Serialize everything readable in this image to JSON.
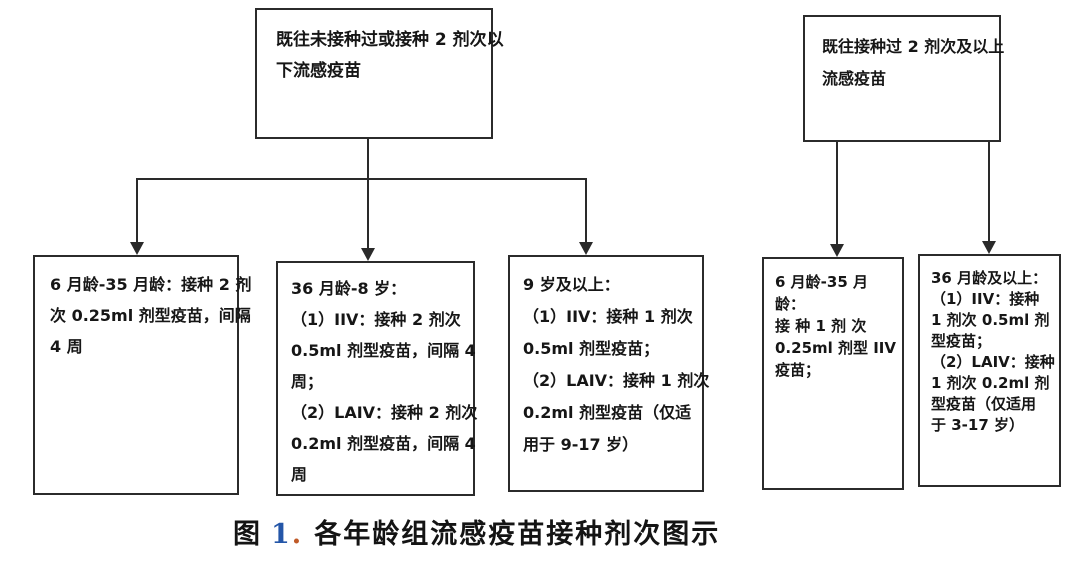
{
  "figure": {
    "caption": {
      "label": "图",
      "number": "1",
      "dot": ".",
      "title": "各年龄组流感疫苗接种剂次图示"
    },
    "colors": {
      "line_and_border": "#2a2a2a",
      "text": "#161616",
      "caption_number_blue": "#2456a8",
      "caption_dot_orange": "#c05a28",
      "background": "#ffffff"
    },
    "icons": {
      "arrowhead": "filled-down-triangle"
    },
    "boxes": {
      "top_left": {
        "lines": [
          "既往未接种过或接种 2 剂次以",
          "下流感疫苗"
        ]
      },
      "top_right": {
        "lines": [
          "既往接种过 2 剂次及以上",
          "流感疫苗"
        ]
      },
      "age_6_35m": {
        "lines": [
          "6 月龄-35 月龄：接种 2 剂",
          "次 0.25ml 剂型疫苗，间隔",
          "4 周"
        ]
      },
      "age_36m_8y": {
        "lines": [
          "36 月龄-8 岁：",
          "（1）IIV：接种 2 剂次",
          "0.5ml 剂型疫苗，间隔 4",
          "周；",
          "（2）LAIV：接种 2 剂次",
          "0.2ml 剂型疫苗，间隔 4",
          "周"
        ]
      },
      "age_9y_up": {
        "lines": [
          "9 岁及以上：",
          "（1）IIV：接种 1 剂次",
          "0.5ml 剂型疫苗；",
          "（2）LAIV：接种 1 剂次",
          "0.2ml 剂型疫苗（仅适",
          "用于 9-17 岁）"
        ]
      },
      "prior_6_35m": {
        "lines": [
          "6 月龄-35 月龄：",
          "接 种 1 剂 次",
          "0.25ml 剂型 IIV",
          "疫苗；"
        ]
      },
      "prior_36m_up": {
        "lines": [
          "36 月龄及以上：",
          "（1）IIV：接种",
          "1 剂次 0.5ml 剂",
          "型疫苗；",
          "（2）LAIV：接种",
          "1 剂次 0.2ml 剂",
          "型疫苗（仅适用",
          "于 3-17 岁）"
        ]
      }
    }
  }
}
